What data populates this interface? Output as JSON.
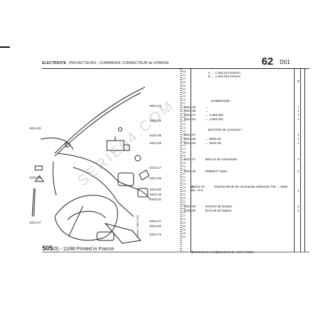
{
  "header": {
    "title_bold": "ELECTRICITE",
    "title_rest": " - PROJECTEURS : COMMANDE CORRECTEUR de CHARGE",
    "page_number": "62",
    "section": "D01"
  },
  "callouts": [
    "6914.10",
    "5956.55",
    "6224.38",
    "6224.26",
    "6224.80",
    "6224.27",
    "6225.58",
    "6224.46",
    "6224.47",
    "6224.50",
    "6224.49",
    "6224.52",
    "6224.37",
    "6224.52",
    "6224.76"
  ],
  "parts": [
    {
      "ref": "A",
      "text": "→ 1.463.512 environ",
      "qty": ""
    },
    {
      "ref": "B",
      "text": "→ 1.463.512 environ",
      "qty": "B"
    },
    {
      "ref": "",
      "text": "COMMANDE :",
      "qty": ""
    },
    {
      "ref": "6224.26",
      "text": "→",
      "qty": "1"
    },
    {
      "ref": "6224.26",
      "text": "→",
      "qty": "1"
    },
    {
      "ref": "6224.27",
      "text": "→ 1.845.000",
      "qty": "1"
    },
    {
      "ref": "6224.52",
      "text": "→ 1.845.001",
      "qty": "1"
    },
    {
      "ref": "",
      "text": "BOUTON de correcteur :",
      "qty": ""
    },
    {
      "ref": "6224.27",
      "text": "",
      "qty": "1"
    },
    {
      "ref": "6224.30",
      "text": "→ MOD 84",
      "qty": "1"
    },
    {
      "ref": "6224.50",
      "text": "→ MOD 85",
      "qty": "1"
    },
    {
      "ref": "6224.47",
      "text": "BIELLE de commande",
      "qty": "2"
    },
    {
      "ref": "6224.46",
      "text": "EMBOUT rilsan",
      "qty": "2"
    },
    {
      "ref": "6224.76",
      "text": "ENJOLIVEUR de commande anthracite TW → MOD 86, <3 a",
      "qty": "1"
    },
    {
      "ref": "6223.50",
      "text": "ECROU de fixation",
      "qty": "2"
    },
    {
      "ref": "6225.80",
      "text": "BAGUE de fixation",
      "qty": "2"
    }
  ],
  "margin_numbers": [
    "065",
    "070",
    "075",
    "080",
    "085",
    "090",
    "095",
    "100",
    "105",
    "110",
    "115",
    "120",
    "125",
    "130",
    "135",
    "140",
    "145",
    "150",
    "155",
    "160",
    "165",
    "170",
    "175",
    "180",
    "185",
    "190",
    "195",
    "200",
    "205",
    "210",
    "215",
    "220",
    "225",
    "230",
    "235",
    "240",
    "245",
    "250",
    "255",
    "260",
    "265",
    "270",
    "275",
    "280",
    "285",
    "290",
    "295",
    "300"
  ],
  "footer": {
    "model": "505",
    "imprint": "(0) - 11/88 Printed in France",
    "side_print": "Edition 1983 1026"
  },
  "footnote": "convient en remplacement de voom et bleu",
  "watermark": "SERIE04.COM"
}
